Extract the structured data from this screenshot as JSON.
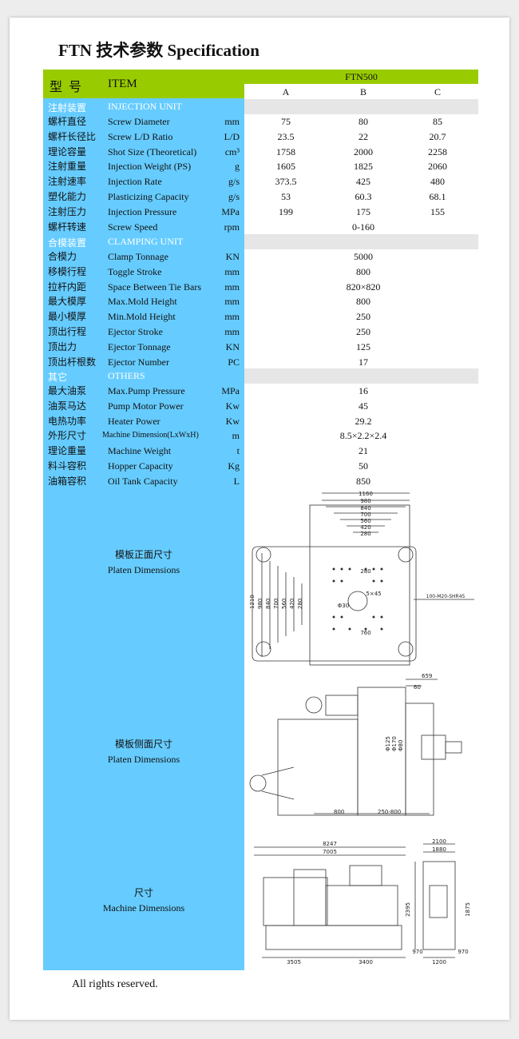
{
  "title": "FTN 技术参数 Specification",
  "header": {
    "model_cn": "型号",
    "item": "ITEM",
    "model": "FTN500",
    "variants": [
      "A",
      "B",
      "C"
    ]
  },
  "sections": {
    "injection": {
      "cn": "注射装置",
      "en": "INJECTION UNIT"
    },
    "clamping": {
      "cn": "合模装置",
      "en": "CLAMPING UNIT"
    },
    "others": {
      "cn": "其它",
      "en": "OTHERS"
    }
  },
  "injection_rows": [
    {
      "cn": "螺杆直径",
      "en": "Screw Diameter",
      "unit": "mm",
      "a": "75",
      "b": "80",
      "c": "85"
    },
    {
      "cn": "螺杆长径比",
      "en": "Screw L/D Ratio",
      "unit": "L/D",
      "a": "23.5",
      "b": "22",
      "c": "20.7"
    },
    {
      "cn": "理论容量",
      "en": "Shot Size (Theoretical)",
      "unit": "cm³",
      "a": "1758",
      "b": "2000",
      "c": "2258"
    },
    {
      "cn": "注射重量",
      "en": "Injection Weight (PS)",
      "unit": "g",
      "a": "1605",
      "b": "1825",
      "c": "2060"
    },
    {
      "cn": "注射速率",
      "en": "Injection Rate",
      "unit": "g/s",
      "a": "373.5",
      "b": "425",
      "c": "480"
    },
    {
      "cn": "塑化能力",
      "en": "Plasticizing Capacity",
      "unit": "g/s",
      "a": "53",
      "b": "60.3",
      "c": "68.1"
    },
    {
      "cn": "注射压力",
      "en": "Injection Pressure",
      "unit": "MPa",
      "a": "199",
      "b": "175",
      "c": "155"
    },
    {
      "cn": "螺杆转速",
      "en": "Screw Speed",
      "unit": "rpm",
      "all": "0-160"
    }
  ],
  "clamping_rows": [
    {
      "cn": "合模力",
      "en": "Clamp Tonnage",
      "unit": "KN",
      "all": "5000"
    },
    {
      "cn": "移模行程",
      "en": "Toggle Stroke",
      "unit": "mm",
      "all": "800"
    },
    {
      "cn": "拉杆内距",
      "en": "Space Between Tie Bars",
      "unit": "mm",
      "all": "820×820"
    },
    {
      "cn": "最大模厚",
      "en": "Max.Mold Height",
      "unit": "mm",
      "all": "800"
    },
    {
      "cn": "最小模厚",
      "en": "Min.Mold Height",
      "unit": "mm",
      "all": "250"
    },
    {
      "cn": "顶出行程",
      "en": "Ejector Stroke",
      "unit": "mm",
      "all": "250"
    },
    {
      "cn": "顶出力",
      "en": "Ejector Tonnage",
      "unit": "KN",
      "all": "125"
    },
    {
      "cn": "顶出杆根数",
      "en": "Ejector Number",
      "unit": "PC",
      "all": "17"
    }
  ],
  "other_rows": [
    {
      "cn": "最大油泵",
      "en": "Max.Pump Pressure",
      "unit": "MPa",
      "all": "16"
    },
    {
      "cn": "油泵马达",
      "en": "Pump Motor Power",
      "unit": "Kw",
      "all": "45"
    },
    {
      "cn": "电热功率",
      "en": "Heater Power",
      "unit": "Kw",
      "all": "29.2"
    },
    {
      "cn": "外形尺寸",
      "en": "Machine Dimension(LxWxH)",
      "unit": "m",
      "all": "8.5×2.2×2.4",
      "small": true
    },
    {
      "cn": "理论重量",
      "en": "Machine Weight",
      "unit": "t",
      "all": "21"
    },
    {
      "cn": "料斗容积",
      "en": "Hopper Capacity",
      "unit": "Kg",
      "all": "50"
    },
    {
      "cn": "油箱容积",
      "en": "Oil Tank Capacity",
      "unit": "L",
      "all": "850"
    }
  ],
  "drawings": {
    "platen_front": {
      "cn": "模板正面尺寸",
      "en": "Platen Dimensions",
      "top_dims": [
        "1160",
        "980",
        "840",
        "700",
        "560",
        "420",
        "280"
      ],
      "side_dims": [
        "1210",
        "980",
        "840",
        "700",
        "560",
        "420",
        "280"
      ],
      "inner_dims": [
        "280",
        "5×45",
        "Φ30",
        "760"
      ],
      "hole_note": "100-M20-SHR45"
    },
    "platen_side": {
      "cn": "模板侧面尺寸",
      "en": "Platen Dimensions",
      "dims": [
        "659",
        "60",
        "800",
        "250-800"
      ],
      "diameters": [
        "Φ125",
        "Φ170",
        "Φ80"
      ]
    },
    "machine": {
      "cn": "尺寸",
      "en": "Machine Dimensions",
      "dims": [
        "8247",
        "7005",
        "3505",
        "3400",
        "2100",
        "1880",
        "1200",
        "970",
        "970"
      ],
      "heights": [
        "2395",
        "1875"
      ]
    }
  },
  "footer": "All rights reserved.",
  "colors": {
    "green": "#99cc00",
    "blue": "#66ccff",
    "grey": "#e6e6e6"
  }
}
